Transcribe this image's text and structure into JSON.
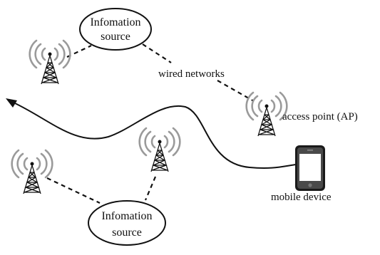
{
  "labels": {
    "source_top_line1": "Infomation",
    "source_top_line2": "source",
    "source_bottom_line1": "Infomation",
    "source_bottom_line2": "source",
    "wired_networks": "wired networks",
    "access_point": "access point (AP)",
    "mobile_device": "mobile device"
  },
  "icons": {
    "tower": "radio-tower-icon",
    "phone": "smartphone-icon"
  }
}
